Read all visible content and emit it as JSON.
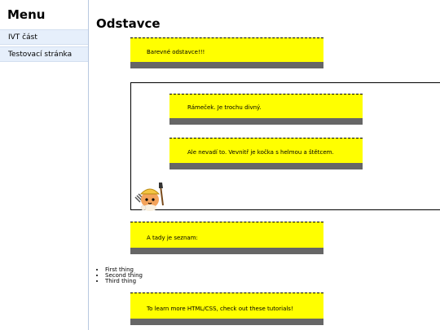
{
  "sidebar": {
    "title": "Menu",
    "items": [
      {
        "label": "IVT část"
      },
      {
        "label": "Testovací stránka"
      }
    ]
  },
  "main": {
    "title": "Odstavce",
    "paragraphs": [
      "Barevné odstavce!!!",
      "Rámeček. Je trochu divný.",
      "Ale nevadí to. Vevnitř je kočka s helmou a štětcem.",
      "A tady je seznam:",
      "To learn more HTML/CSS, check out these tutorials!"
    ],
    "list": [
      "First thing",
      "Second thing",
      "Third thing"
    ]
  },
  "colors": {
    "paragraph_bg": "#ffff00",
    "paragraph_shadow": "#666666",
    "sidebar_item_bg": "#e6effb"
  }
}
